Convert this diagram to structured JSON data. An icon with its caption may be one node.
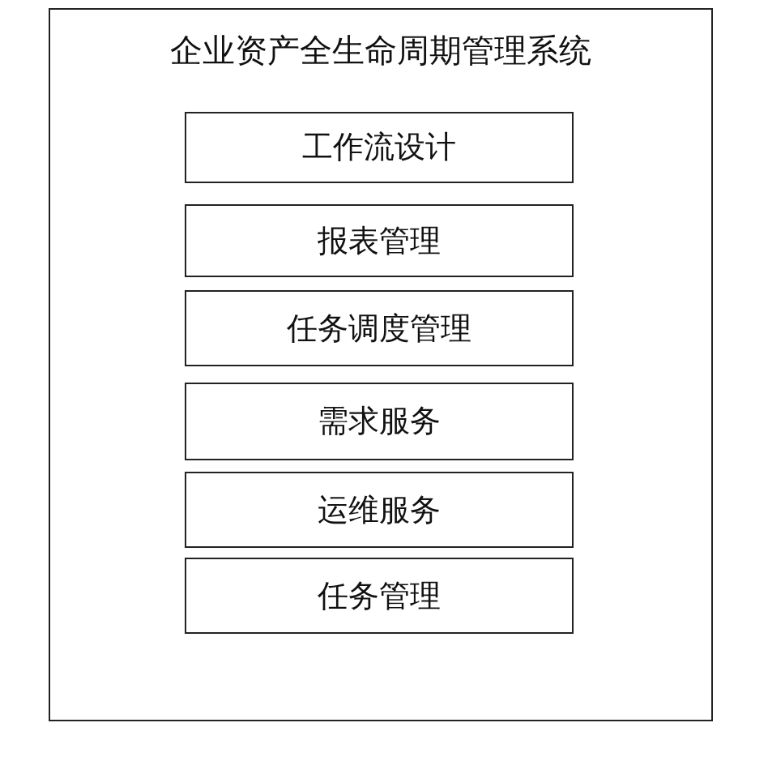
{
  "diagram": {
    "nodes": [
      {
        "text": [
          "企业资产全生命周期管理系统"
        ]
      },
      {
        "text": [
          "工作流设计"
        ],
        "in": 0
      },
      {
        "text": [
          "报表管理"
        ],
        "in": 0
      },
      {
        "text": [
          "任务调度管理"
        ],
        "in": 0
      },
      {
        "text": [
          "需求服务"
        ],
        "in": 0
      },
      {
        "text": [
          "运维服务"
        ],
        "in": 0
      },
      {
        "text": [
          "任务管理"
        ],
        "in": 0
      }
    ]
  }
}
